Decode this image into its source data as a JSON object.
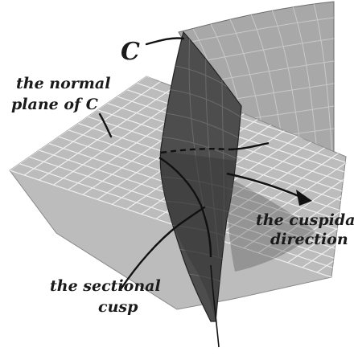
{
  "labels": {
    "curve": "C",
    "normal_plane_line1": "the normal",
    "normal_plane_line2": "plane of C",
    "cuspidal_line1": "the cuspidal",
    "cuspidal_line2": "direction",
    "sectional_line1": "the sectional",
    "sectional_line2": "cusp"
  },
  "colors": {
    "plane_fill": "#b9b9b9",
    "plane_grid": "#f2f2f2",
    "surface_back": "#a6a6a6",
    "surface_front": "#4b4b4b",
    "surface_dark": "#2f2f2f",
    "ink": "#1a1a1a"
  }
}
